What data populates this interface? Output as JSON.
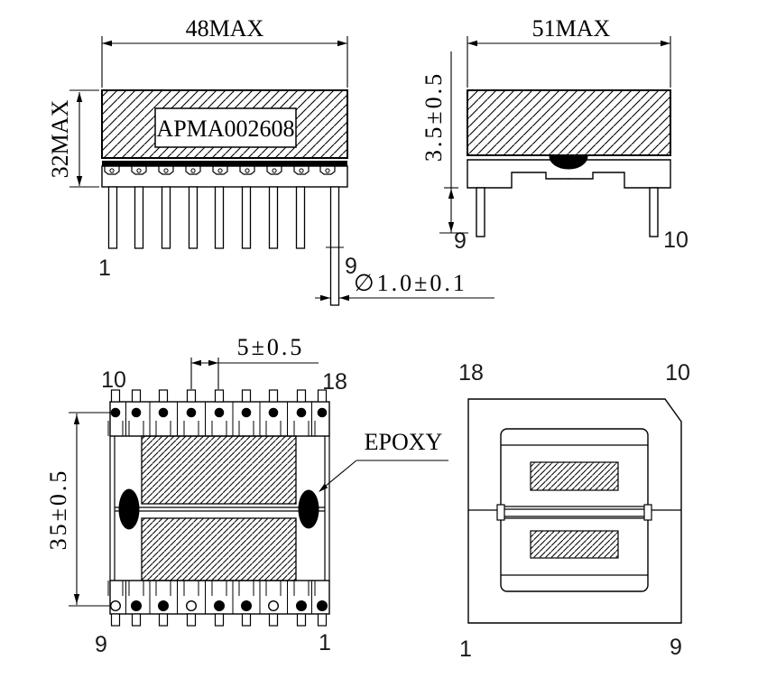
{
  "drawing": {
    "part_number": "APMA002608",
    "front": {
      "dim_width": "48MAX",
      "dim_height": "32MAX",
      "pin_first": "1",
      "pin_last": "9",
      "pin_diameter": "∅1.0±0.1"
    },
    "side": {
      "dim_width": "51MAX",
      "dim_pin_length": "3.5±0.5",
      "pin_left": "9",
      "pin_right": "10"
    },
    "bottom": {
      "dim_pitch": "5±0.5",
      "dim_height": "35±0.5",
      "epoxy_label": "EPOXY",
      "pin_top_left": "10",
      "pin_top_right": "18",
      "pin_bottom_left": "9",
      "pin_bottom_right": "1"
    },
    "back": {
      "pin_top_left": "18",
      "pin_top_right": "10",
      "pin_bottom_left": "1",
      "pin_bottom_right": "9"
    },
    "colors": {
      "line": "#000000",
      "background": "#ffffff"
    }
  }
}
